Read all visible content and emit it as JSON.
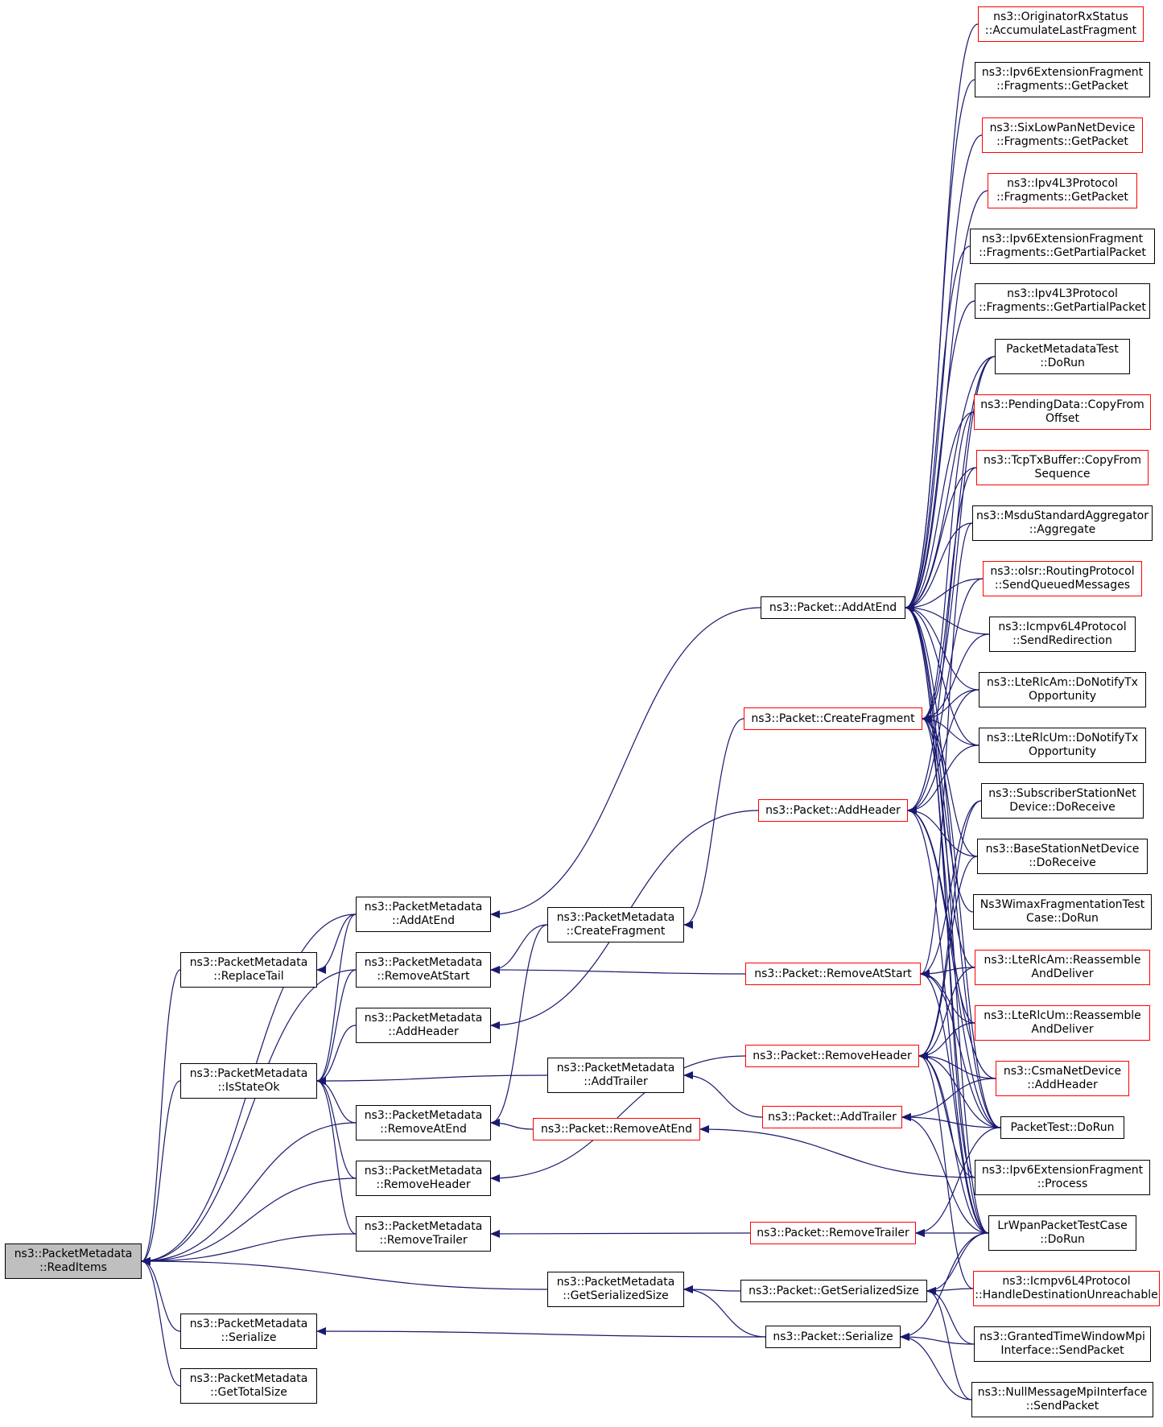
{
  "colors": {
    "edge": "#191970",
    "border_normal": "#000000",
    "border_truncated": "#ff0000",
    "focus_fill": "#bfbfbf"
  },
  "nodes": [
    {
      "id": "readitems",
      "lines": [
        "ns3::PacketMetadata",
        "::ReadItems"
      ],
      "style": "focus"
    },
    {
      "id": "pm_addatend",
      "lines": [
        "ns3::PacketMetadata",
        "::AddAtEnd"
      ],
      "style": "black"
    },
    {
      "id": "pm_replacetail",
      "lines": [
        "ns3::PacketMetadata",
        "::ReplaceTail"
      ],
      "style": "black"
    },
    {
      "id": "pm_removeatstart",
      "lines": [
        "ns3::PacketMetadata",
        "::RemoveAtStart"
      ],
      "style": "black"
    },
    {
      "id": "pm_addheader",
      "lines": [
        "ns3::PacketMetadata",
        "::AddHeader"
      ],
      "style": "black"
    },
    {
      "id": "pm_isstateok",
      "lines": [
        "ns3::PacketMetadata",
        "::IsStateOk"
      ],
      "style": "black"
    },
    {
      "id": "pm_removeatend",
      "lines": [
        "ns3::PacketMetadata",
        "::RemoveAtEnd"
      ],
      "style": "black"
    },
    {
      "id": "pm_removeheader",
      "lines": [
        "ns3::PacketMetadata",
        "::RemoveHeader"
      ],
      "style": "black"
    },
    {
      "id": "pm_removetrailer",
      "lines": [
        "ns3::PacketMetadata",
        "::RemoveTrailer"
      ],
      "style": "black"
    },
    {
      "id": "pm_serialize",
      "lines": [
        "ns3::PacketMetadata",
        "::Serialize"
      ],
      "style": "black"
    },
    {
      "id": "pm_gettotalsize",
      "lines": [
        "ns3::PacketMetadata",
        "::GetTotalSize"
      ],
      "style": "black"
    },
    {
      "id": "pm_createfragment",
      "lines": [
        "ns3::PacketMetadata",
        "::CreateFragment"
      ],
      "style": "black"
    },
    {
      "id": "pm_addtrailer",
      "lines": [
        "ns3::PacketMetadata",
        "::AddTrailer"
      ],
      "style": "black"
    },
    {
      "id": "pm_getserializedsize",
      "lines": [
        "ns3::PacketMetadata",
        "::GetSerializedSize"
      ],
      "style": "black"
    },
    {
      "id": "p_addatend",
      "lines": [
        "ns3::Packet::AddAtEnd"
      ],
      "style": "black"
    },
    {
      "id": "p_createfragment",
      "lines": [
        "ns3::Packet::CreateFragment"
      ],
      "style": "red"
    },
    {
      "id": "p_addheader",
      "lines": [
        "ns3::Packet::AddHeader"
      ],
      "style": "red"
    },
    {
      "id": "p_removeatstart",
      "lines": [
        "ns3::Packet::RemoveAtStart"
      ],
      "style": "red"
    },
    {
      "id": "p_removeheader",
      "lines": [
        "ns3::Packet::RemoveHeader"
      ],
      "style": "red"
    },
    {
      "id": "p_addtrailer",
      "lines": [
        "ns3::Packet::AddTrailer"
      ],
      "style": "red"
    },
    {
      "id": "p_removeatend",
      "lines": [
        "ns3::Packet::RemoveAtEnd"
      ],
      "style": "red"
    },
    {
      "id": "p_removetrailer",
      "lines": [
        "ns3::Packet::RemoveTrailer"
      ],
      "style": "red"
    },
    {
      "id": "p_getserializedsize",
      "lines": [
        "ns3::Packet::GetSerializedSize"
      ],
      "style": "black"
    },
    {
      "id": "p_serialize",
      "lines": [
        "ns3::Packet::Serialize"
      ],
      "style": "black"
    },
    {
      "id": "r_originator",
      "lines": [
        "ns3::OriginatorRxStatus",
        "::AccumulateLastFragment"
      ],
      "style": "red"
    },
    {
      "id": "r_ipv6frag_getpacket",
      "lines": [
        "ns3::Ipv6ExtensionFragment",
        "::Fragments::GetPacket"
      ],
      "style": "black"
    },
    {
      "id": "r_sixlowpan",
      "lines": [
        "ns3::SixLowPanNetDevice",
        "::Fragments::GetPacket"
      ],
      "style": "red"
    },
    {
      "id": "r_ipv4l3_getpacket",
      "lines": [
        "ns3::Ipv4L3Protocol",
        "::Fragments::GetPacket"
      ],
      "style": "red"
    },
    {
      "id": "r_ipv6frag_partial",
      "lines": [
        "ns3::Ipv6ExtensionFragment",
        "::Fragments::GetPartialPacket"
      ],
      "style": "black"
    },
    {
      "id": "r_ipv4l3_partial",
      "lines": [
        "ns3::Ipv4L3Protocol",
        "::Fragments::GetPartialPacket"
      ],
      "style": "black"
    },
    {
      "id": "r_pmtest",
      "lines": [
        "PacketMetadataTest",
        "::DoRun"
      ],
      "style": "black"
    },
    {
      "id": "r_pendingdata",
      "lines": [
        "ns3::PendingData::CopyFrom",
        "Offset"
      ],
      "style": "red"
    },
    {
      "id": "r_tcptxbuffer",
      "lines": [
        "ns3::TcpTxBuffer::CopyFrom",
        "Sequence"
      ],
      "style": "red"
    },
    {
      "id": "r_msdu",
      "lines": [
        "ns3::MsduStandardAggregator",
        "::Aggregate"
      ],
      "style": "black"
    },
    {
      "id": "r_olsr",
      "lines": [
        "ns3::olsr::RoutingProtocol",
        "::SendQueuedMessages"
      ],
      "style": "red"
    },
    {
      "id": "r_icmpv6_redirect",
      "lines": [
        "ns3::Icmpv6L4Protocol",
        "::SendRedirection"
      ],
      "style": "black"
    },
    {
      "id": "r_lterlcam_tx",
      "lines": [
        "ns3::LteRlcAm::DoNotifyTx",
        "Opportunity"
      ],
      "style": "black"
    },
    {
      "id": "r_lterlcum_tx",
      "lines": [
        "ns3::LteRlcUm::DoNotifyTx",
        "Opportunity"
      ],
      "style": "black"
    },
    {
      "id": "r_subscriber",
      "lines": [
        "ns3::SubscriberStationNet",
        "Device::DoReceive"
      ],
      "style": "black"
    },
    {
      "id": "r_basestation",
      "lines": [
        "ns3::BaseStationNetDevice",
        "::DoReceive"
      ],
      "style": "black"
    },
    {
      "id": "r_wimaxfrag",
      "lines": [
        "Ns3WimaxFragmentationTest",
        "Case::DoRun"
      ],
      "style": "black"
    },
    {
      "id": "r_lterlcam_reasm",
      "lines": [
        "ns3::LteRlcAm::Reassemble",
        "AndDeliver"
      ],
      "style": "red"
    },
    {
      "id": "r_lterlcum_reasm",
      "lines": [
        "ns3::LteRlcUm::Reassemble",
        "AndDeliver"
      ],
      "style": "red"
    },
    {
      "id": "r_csma",
      "lines": [
        "ns3::CsmaNetDevice",
        "::AddHeader"
      ],
      "style": "red"
    },
    {
      "id": "r_packettest",
      "lines": [
        "PacketTest::DoRun"
      ],
      "style": "black"
    },
    {
      "id": "r_ipv6frag_process",
      "lines": [
        "ns3::Ipv6ExtensionFragment",
        "::Process"
      ],
      "style": "black"
    },
    {
      "id": "r_lrwpan",
      "lines": [
        "LrWpanPacketTestCase",
        "::DoRun"
      ],
      "style": "black"
    },
    {
      "id": "r_icmpv6_unreach",
      "lines": [
        "ns3::Icmpv6L4Protocol",
        "::HandleDestinationUnreachable"
      ],
      "style": "red"
    },
    {
      "id": "r_grantedtime",
      "lines": [
        "ns3::GrantedTimeWindowMpi",
        "Interface::SendPacket"
      ],
      "style": "black"
    },
    {
      "id": "r_nullmessage",
      "lines": [
        "ns3::NullMessageMpiInterface",
        "::SendPacket"
      ],
      "style": "black"
    }
  ],
  "edges": [
    [
      "pm_addatend",
      "readitems"
    ],
    [
      "pm_replacetail",
      "readitems"
    ],
    [
      "pm_removeatstart",
      "readitems"
    ],
    [
      "pm_isstateok",
      "readitems"
    ],
    [
      "pm_removeatend",
      "readitems"
    ],
    [
      "pm_removeheader",
      "readitems"
    ],
    [
      "pm_removetrailer",
      "readitems"
    ],
    [
      "pm_getserializedsize",
      "readitems"
    ],
    [
      "pm_serialize",
      "readitems"
    ],
    [
      "pm_gettotalsize",
      "readitems"
    ],
    [
      "pm_addatend",
      "pm_replacetail"
    ],
    [
      "pm_addatend",
      "pm_isstateok"
    ],
    [
      "pm_removeatstart",
      "pm_isstateok"
    ],
    [
      "pm_addheader",
      "pm_isstateok"
    ],
    [
      "pm_addtrailer",
      "pm_isstateok"
    ],
    [
      "pm_removeatend",
      "pm_isstateok"
    ],
    [
      "pm_removeheader",
      "pm_isstateok"
    ],
    [
      "pm_removetrailer",
      "pm_isstateok"
    ],
    [
      "pm_createfragment",
      "pm_removeatstart"
    ],
    [
      "pm_createfragment",
      "pm_removeatend"
    ],
    [
      "p_addatend",
      "pm_addatend"
    ],
    [
      "p_createfragment",
      "pm_createfragment"
    ],
    [
      "p_addheader",
      "pm_addheader"
    ],
    [
      "p_removeatstart",
      "pm_removeatstart"
    ],
    [
      "p_removeatend",
      "pm_removeatend"
    ],
    [
      "p_removeheader",
      "pm_removeheader"
    ],
    [
      "p_addtrailer",
      "pm_addtrailer"
    ],
    [
      "p_removetrailer",
      "pm_removetrailer"
    ],
    [
      "p_getserializedsize",
      "pm_getserializedsize"
    ],
    [
      "p_serialize",
      "pm_getserializedsize"
    ],
    [
      "p_serialize",
      "pm_serialize"
    ],
    [
      "r_originator",
      "p_addatend"
    ],
    [
      "r_ipv6frag_getpacket",
      "p_addatend"
    ],
    [
      "r_sixlowpan",
      "p_addatend"
    ],
    [
      "r_ipv4l3_getpacket",
      "p_addatend"
    ],
    [
      "r_ipv6frag_partial",
      "p_addatend"
    ],
    [
      "r_ipv4l3_partial",
      "p_addatend"
    ],
    [
      "r_pmtest",
      "p_addatend"
    ],
    [
      "r_pendingdata",
      "p_addatend"
    ],
    [
      "r_tcptxbuffer",
      "p_addatend"
    ],
    [
      "r_msdu",
      "p_addatend"
    ],
    [
      "r_olsr",
      "p_addatend"
    ],
    [
      "r_icmpv6_redirect",
      "p_addatend"
    ],
    [
      "r_lterlcam_tx",
      "p_addatend"
    ],
    [
      "r_lterlcum_tx",
      "p_addatend"
    ],
    [
      "r_wimaxfrag",
      "p_addatend"
    ],
    [
      "r_lterlcam_reasm",
      "p_addatend"
    ],
    [
      "r_lterlcum_reasm",
      "p_addatend"
    ],
    [
      "r_packettest",
      "p_addatend"
    ],
    [
      "r_lrwpan",
      "p_addatend"
    ],
    [
      "r_pmtest",
      "p_createfragment"
    ],
    [
      "r_pendingdata",
      "p_createfragment"
    ],
    [
      "r_tcptxbuffer",
      "p_createfragment"
    ],
    [
      "r_icmpv6_redirect",
      "p_createfragment"
    ],
    [
      "r_lterlcam_tx",
      "p_createfragment"
    ],
    [
      "r_lterlcum_tx",
      "p_createfragment"
    ],
    [
      "r_basestation",
      "p_createfragment"
    ],
    [
      "r_packettest",
      "p_createfragment"
    ],
    [
      "r_ipv6frag_process",
      "p_createfragment"
    ],
    [
      "r_lrwpan",
      "p_createfragment"
    ],
    [
      "r_pmtest",
      "p_addheader"
    ],
    [
      "r_olsr",
      "p_addheader"
    ],
    [
      "r_lterlcam_tx",
      "p_addheader"
    ],
    [
      "r_lterlcum_tx",
      "p_addheader"
    ],
    [
      "r_basestation",
      "p_addheader"
    ],
    [
      "r_csma",
      "p_addheader"
    ],
    [
      "r_packettest",
      "p_addheader"
    ],
    [
      "r_lrwpan",
      "p_addheader"
    ],
    [
      "r_msdu",
      "p_removeatstart"
    ],
    [
      "r_subscriber",
      "p_removeatstart"
    ],
    [
      "r_lterlcam_reasm",
      "p_removeatstart"
    ],
    [
      "r_lterlcum_reasm",
      "p_removeatstart"
    ],
    [
      "r_packettest",
      "p_removeatstart"
    ],
    [
      "r_lrwpan",
      "p_removeatstart"
    ],
    [
      "r_subscriber",
      "p_removeheader"
    ],
    [
      "r_basestation",
      "p_removeheader"
    ],
    [
      "r_lterlcam_reasm",
      "p_removeheader"
    ],
    [
      "r_lterlcum_reasm",
      "p_removeheader"
    ],
    [
      "r_csma",
      "p_removeheader"
    ],
    [
      "r_packettest",
      "p_removeheader"
    ],
    [
      "r_ipv6frag_process",
      "p_removeheader"
    ],
    [
      "r_lrwpan",
      "p_removeheader"
    ],
    [
      "r_icmpv6_unreach",
      "p_removeheader"
    ],
    [
      "r_csma",
      "p_addtrailer"
    ],
    [
      "r_packettest",
      "p_addtrailer"
    ],
    [
      "r_lrwpan",
      "p_addtrailer"
    ],
    [
      "r_ipv6frag_process",
      "p_removeatend"
    ],
    [
      "r_packettest",
      "p_removetrailer"
    ],
    [
      "r_lrwpan",
      "p_removetrailer"
    ],
    [
      "r_lrwpan",
      "p_getserializedsize"
    ],
    [
      "r_icmpv6_unreach",
      "p_getserializedsize"
    ],
    [
      "r_grantedtime",
      "p_getserializedsize"
    ],
    [
      "r_nullmessage",
      "p_getserializedsize"
    ],
    [
      "r_lrwpan",
      "p_serialize"
    ],
    [
      "r_grantedtime",
      "p_serialize"
    ],
    [
      "r_nullmessage",
      "p_serialize"
    ]
  ]
}
